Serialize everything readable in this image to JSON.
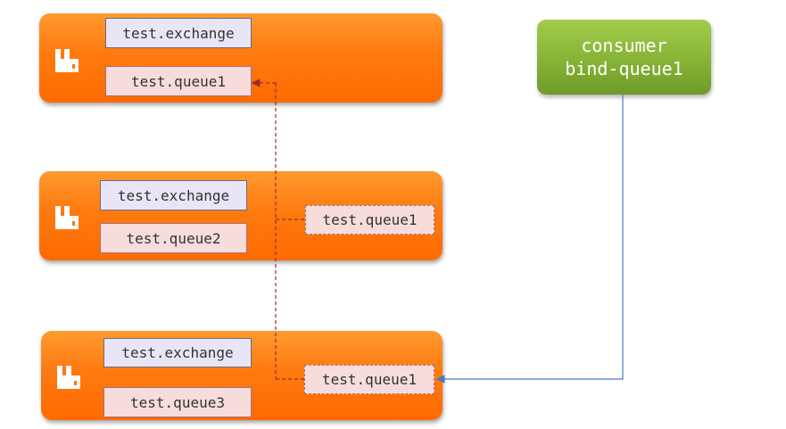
{
  "nodes": [
    {
      "exchange": "test.exchange",
      "queue": "test.queue1",
      "mirror_queue": ""
    },
    {
      "exchange": "test.exchange",
      "queue": "test.queue2",
      "mirror_queue": "test.queue1"
    },
    {
      "exchange": "test.exchange",
      "queue": "test.queue3",
      "mirror_queue": "test.queue1"
    }
  ],
  "consumer": {
    "line1": "consumer",
    "line2": "bind-queue1"
  },
  "colors": {
    "node_orange": "#ff7a10",
    "consumer_green": "#86b336",
    "mirror_line": "#9c2a2a",
    "consumer_line": "#4a7bc0"
  },
  "icons": {
    "node_logo": "rabbitmq-logo-icon"
  }
}
